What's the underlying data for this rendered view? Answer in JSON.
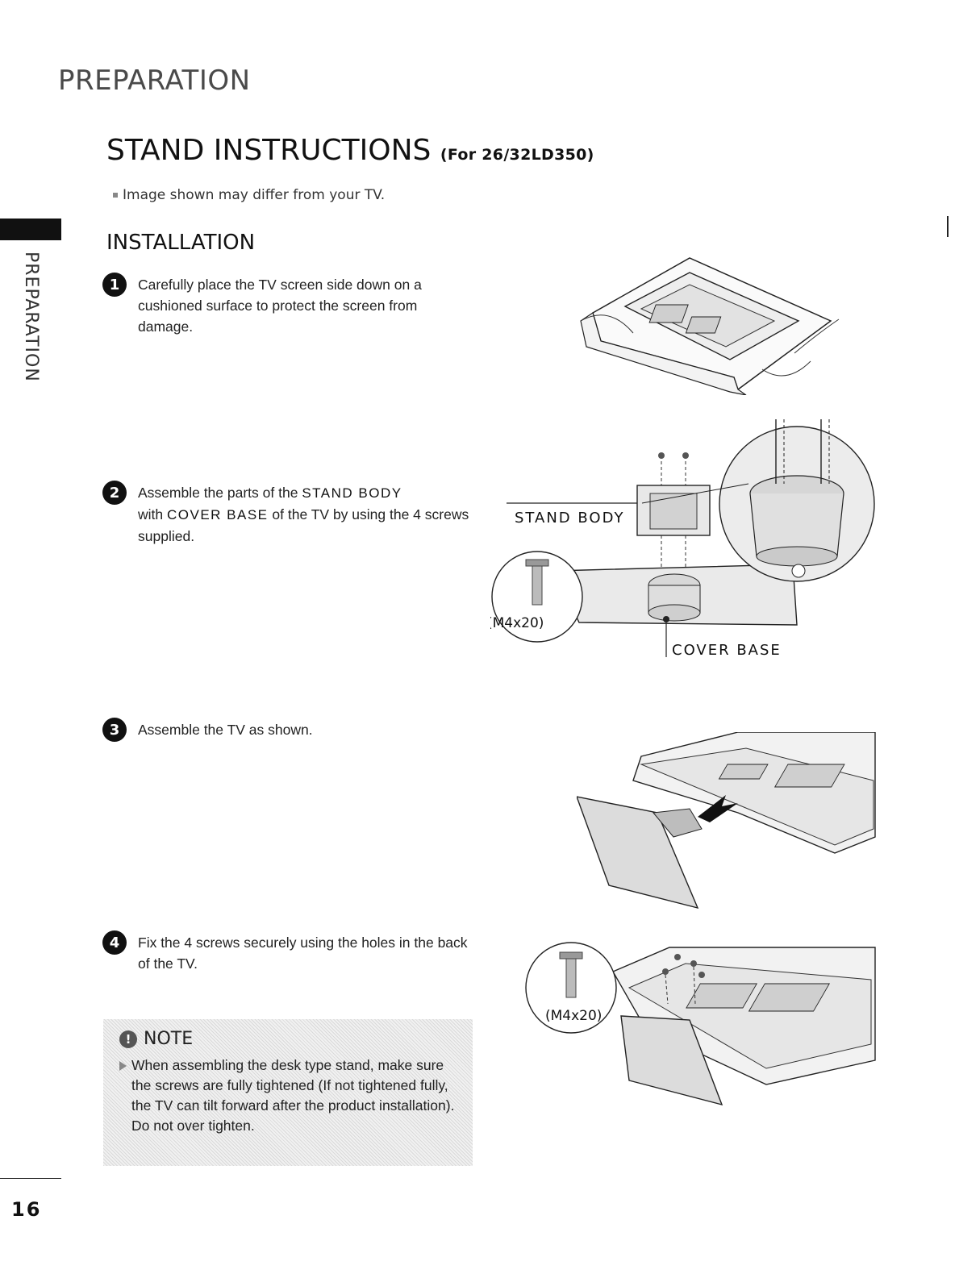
{
  "header": {
    "section": "PREPARATION",
    "title": "STAND INSTRUCTIONS",
    "model": "(For 26/32LD350)",
    "disclaimer": "Image shown may differ from your TV.",
    "subhead": "INSTALLATION"
  },
  "sidebar": {
    "label": "PREPARATION"
  },
  "steps": [
    {
      "num": "1",
      "text": "Carefully place the TV screen side down on a cushioned surface to protect the screen from damage."
    },
    {
      "num": "2",
      "pre": "Assemble the parts of the ",
      "kw1": "STAND BODY",
      "mid": " with ",
      "kw2": "COVER BASE",
      "post": " of the TV by using the 4 screws supplied."
    },
    {
      "num": "3",
      "text": "Assemble the TV as shown."
    },
    {
      "num": "4",
      "text": "Fix the 4 screws securely using the holes in the back of the TV."
    }
  ],
  "figures": {
    "stand_body_label": "STAND BODY",
    "cover_base_label": "COVER BASE",
    "screw_label_1": "(M4x20)",
    "screw_label_2": "(M4x20)"
  },
  "note": {
    "icon": "!",
    "title": "NOTE",
    "text": "When assembling the desk type stand, make sure the screws are fully tightened (If not tightened fully, the TV can tilt forward after the product installation). Do not over tighten."
  },
  "footer": {
    "page_number": "16"
  }
}
